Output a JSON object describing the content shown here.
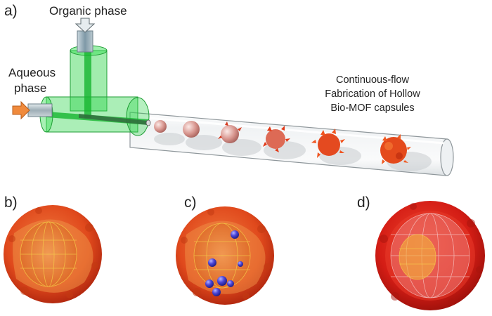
{
  "figure": {
    "panel_a": "a)",
    "panel_b": "b)",
    "panel_c": "c)",
    "panel_d": "d)",
    "organic_label": "Organic phase",
    "aqueous_label_line1": "Aqueous",
    "aqueous_label_line2": "phase",
    "caption_line1": "Continuous-flow",
    "caption_line2": "Fabrication of Hollow",
    "caption_line3": "Bio-MOF capsules"
  },
  "colors": {
    "green_tube": "#2ed44a",
    "capillary": "#b8c4c9",
    "arrow_orange": "#f08a3c",
    "arrow_grey": "#e6ecef",
    "capsule_pale": "#d99a94",
    "capsule_red": "#e24b1c",
    "capsule_deep": "#cf1d14",
    "enzyme_blue": "#3b37c8"
  }
}
